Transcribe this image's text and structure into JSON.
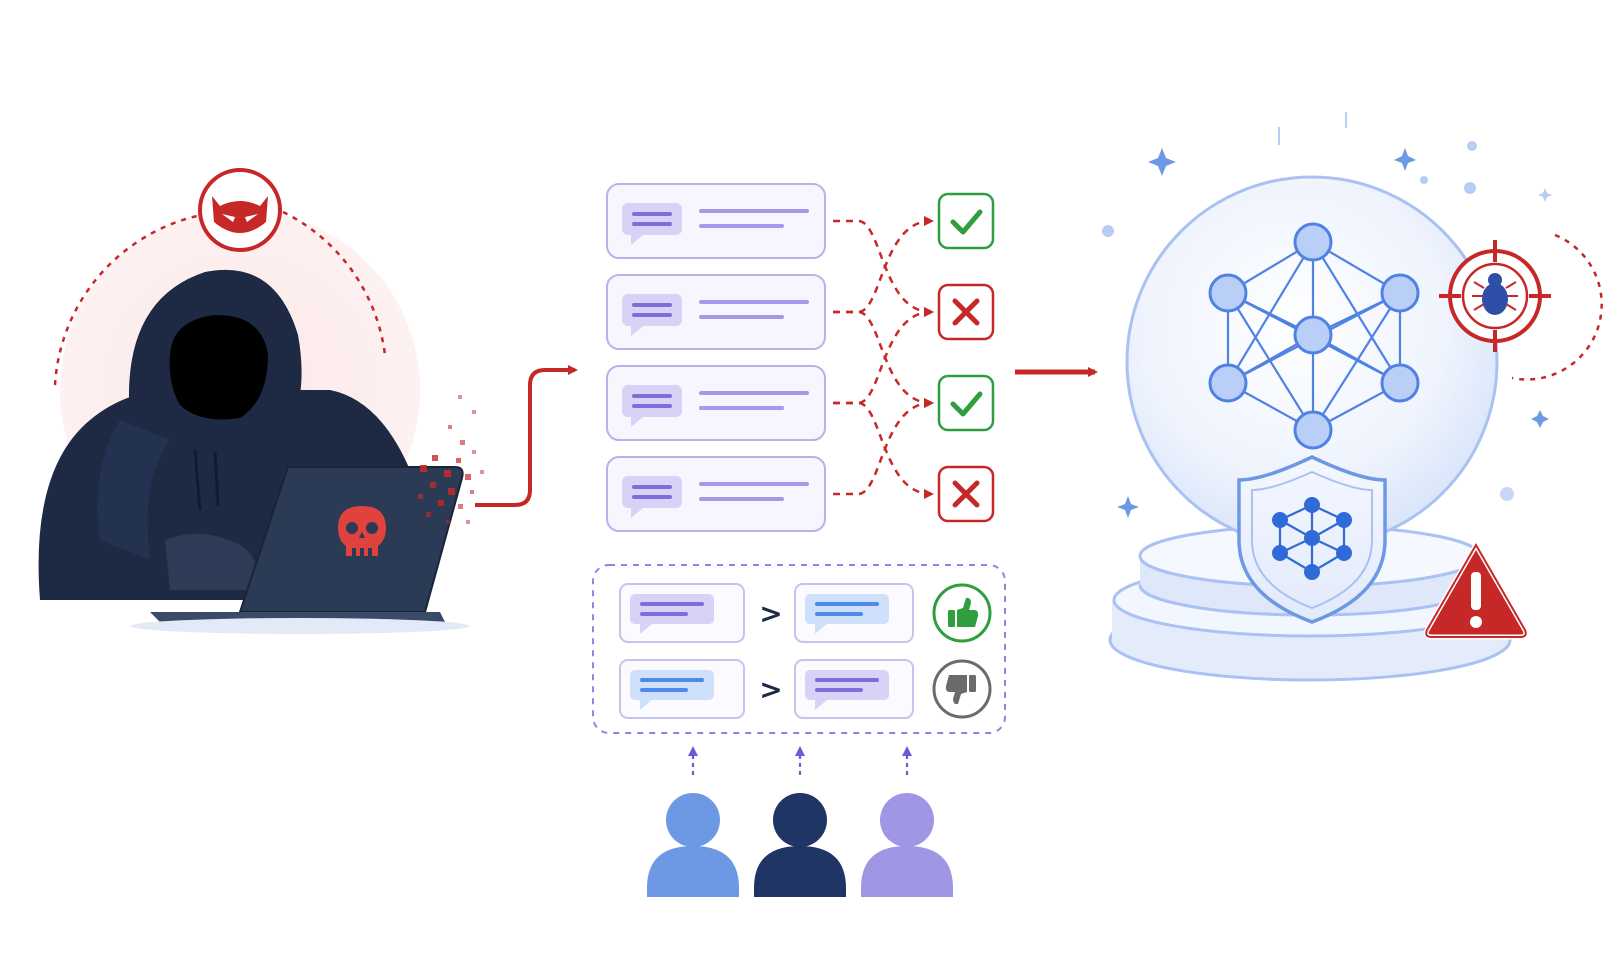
{
  "palette": {
    "attack_red": "#c62828",
    "hood_navy": "#1e2a44",
    "laptop_dark": "#2b3a55",
    "card_border": "#b9b2ea",
    "card_fill": "#f7f6fe",
    "bubble_purple": "#d9d2f7",
    "line_purple": "#7d6fd9",
    "bubble_blue": "#cfe0fb",
    "line_blue": "#4f8ae8",
    "check_green": "#2e9e3e",
    "thumb_gray": "#6b6b6b",
    "model_blue": "#5b8def",
    "warning_red": "#c62828"
  },
  "attacker": {
    "badge_icon": "devil-mask-icon",
    "laptop_icon": "skull-icon"
  },
  "responses": [
    {
      "verdict": "accepted",
      "icon": "check-icon"
    },
    {
      "verdict": "rejected",
      "icon": "x-icon"
    },
    {
      "verdict": "accepted",
      "icon": "check-icon"
    },
    {
      "verdict": "rejected",
      "icon": "x-icon"
    }
  ],
  "preferences": {
    "comparator": ">",
    "pairs": [
      {
        "left": "purple",
        "right": "blue",
        "feedback": "thumbs-up-icon",
        "color": "#2e9e3e"
      },
      {
        "left": "blue",
        "right": "purple",
        "feedback": "thumbs-down-icon",
        "color": "#6b6b6b"
      }
    ]
  },
  "annotators": [
    {
      "color": "#6d98e3"
    },
    {
      "color": "#1f3566"
    },
    {
      "color": "#9f97e6"
    }
  ],
  "model": {
    "network_icon": "neural-network-icon",
    "shield_icon": "shield-network-icon",
    "bug_icon": "target-bug-icon",
    "warning_icon": "warning-triangle-icon"
  }
}
